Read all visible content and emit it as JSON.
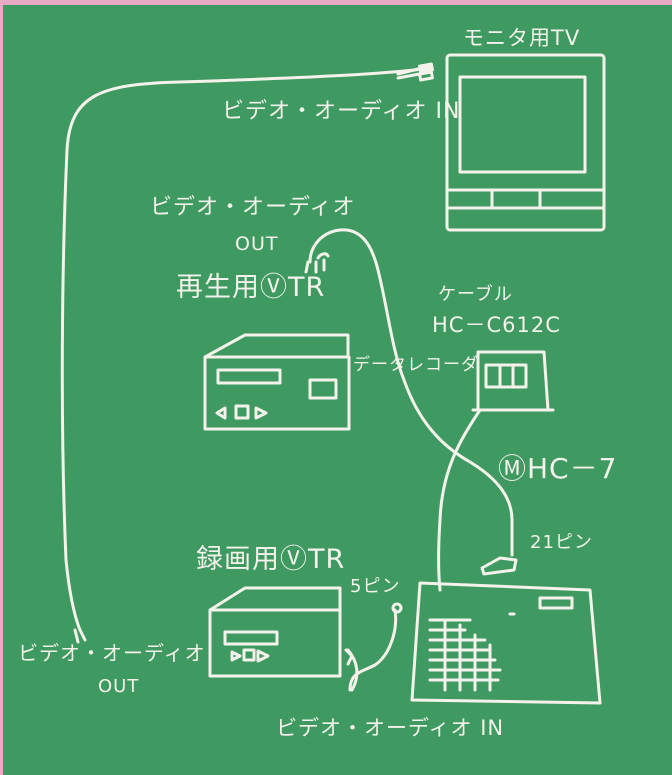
{
  "colors": {
    "border": "#e8a9c4",
    "board": "#3e9a61",
    "chalk": "#f4f2ea"
  },
  "labels": {
    "monitor_tv": "モニタ用TV",
    "monitor_input": "ビデオ・オーディオ IN",
    "playback_output": "ビデオ・オーディオ",
    "playback_output_out": "OUT",
    "playback_vtr": "再生用ⓋTR",
    "cable": "ケーブル",
    "cable_model": "HC－C612C",
    "data_recorder": "データレコーダ",
    "computer_model": "ⓂHC－7",
    "pin21": "21ピン",
    "recording_vtr": "録画用ⓋTR",
    "pin5": "5ピン",
    "recording_output": "ビデオ・オーディオ",
    "recording_output_out": "OUT",
    "computer_input": "ビデオ・オーディオ IN"
  }
}
